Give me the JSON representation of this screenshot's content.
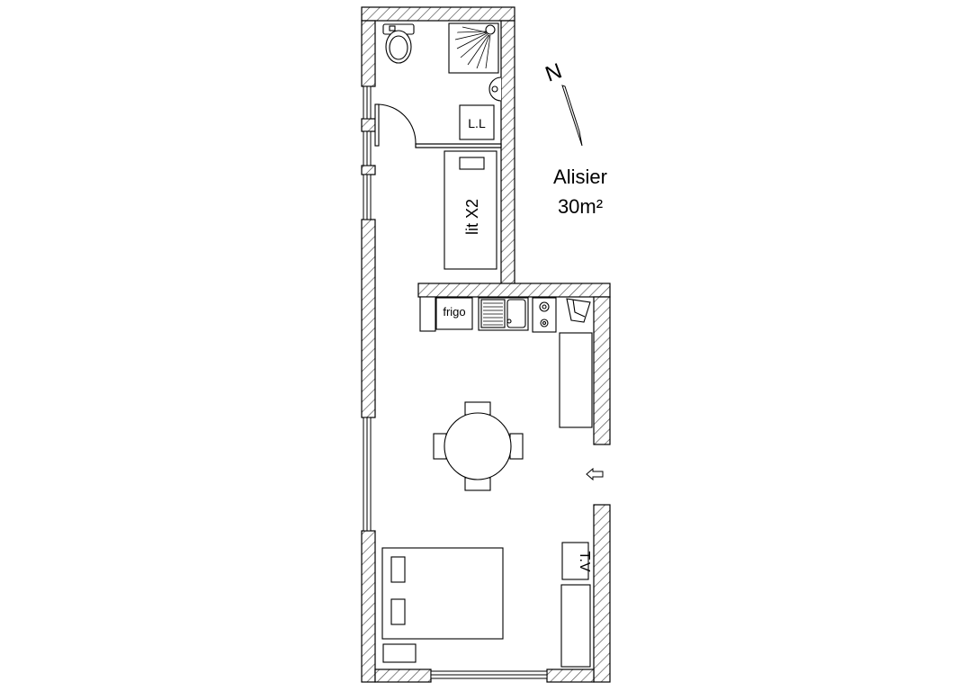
{
  "plan": {
    "name": "Alisier",
    "area": "30m²",
    "north": "N",
    "labels": {
      "laundry": "L.L",
      "bed": "lit X2",
      "fridge": "frigo",
      "tv": "T.V"
    },
    "colors": {
      "line": "#000000",
      "hatch": "#555555",
      "background": "#ffffff"
    },
    "icons": [
      "toilet-icon",
      "shower-icon",
      "washbasin-icon",
      "north-arrow-icon",
      "entrance-arrow-icon",
      "sink-icon",
      "cooktop-icon"
    ]
  }
}
